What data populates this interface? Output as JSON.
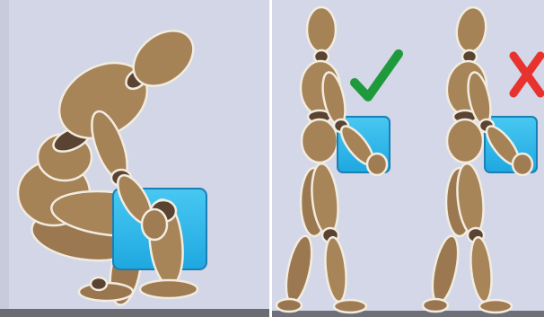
{
  "panels": [
    {
      "id": "left",
      "content": "mannequin-squatting-lifting-box"
    },
    {
      "id": "right",
      "content": "mannequins-carrying-box"
    }
  ],
  "marks": {
    "correct": {
      "icon": "check-mark-icon",
      "color": "#1e9a3c"
    },
    "incorrect": {
      "icon": "cross-mark-icon",
      "color": "#e8322d"
    }
  },
  "colors": {
    "background": "#d2d6e6",
    "floor_band": "#6b6b72",
    "mannequin_body": "#a68257",
    "mannequin_joint": "#5a4331",
    "mannequin_outline": "#f2ece0",
    "box_fill": "#22b4e8",
    "box_stroke": "#1a7fb4"
  }
}
